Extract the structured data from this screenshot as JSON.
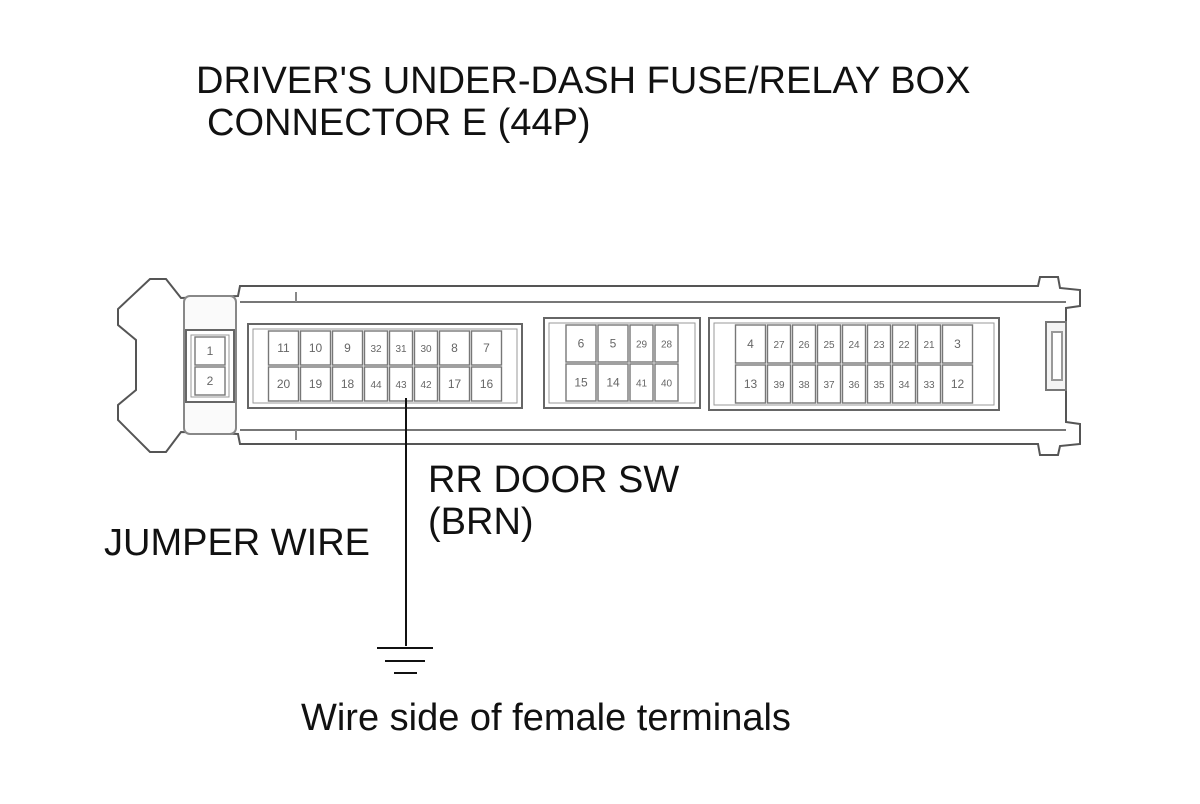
{
  "title": {
    "line1": "DRIVER'S UNDER-DASH FUSE/RELAY BOX",
    "line2": "CONNECTOR E (44P)"
  },
  "labels": {
    "signal": "RR DOOR SW",
    "wire_color": "(BRN)",
    "jumper": "JUMPER WIRE",
    "caption": "Wire side of female terminals"
  },
  "icons": {
    "ground": "ground-symbol-icon"
  },
  "connector": {
    "probed_terminal": "43",
    "cavities": [
      {
        "name": "left-cavity",
        "top": [
          {
            "n": "1",
            "type": "big"
          }
        ],
        "bottom": [
          {
            "n": "2",
            "type": "big"
          }
        ]
      },
      {
        "name": "cavity-a",
        "top": [
          {
            "n": "11",
            "type": "big"
          },
          {
            "n": "10",
            "type": "big"
          },
          {
            "n": "9",
            "type": "big"
          },
          {
            "n": "32",
            "type": "small"
          },
          {
            "n": "31",
            "type": "small"
          },
          {
            "n": "30",
            "type": "small"
          },
          {
            "n": "8",
            "type": "big"
          },
          {
            "n": "7",
            "type": "big"
          }
        ],
        "bottom": [
          {
            "n": "20",
            "type": "big"
          },
          {
            "n": "19",
            "type": "big"
          },
          {
            "n": "18",
            "type": "big"
          },
          {
            "n": "44",
            "type": "small"
          },
          {
            "n": "43",
            "type": "small"
          },
          {
            "n": "42",
            "type": "small"
          },
          {
            "n": "17",
            "type": "big"
          },
          {
            "n": "16",
            "type": "big"
          }
        ]
      },
      {
        "name": "cavity-b",
        "top": [
          {
            "n": "6",
            "type": "big"
          },
          {
            "n": "5",
            "type": "big"
          },
          {
            "n": "29",
            "type": "small"
          },
          {
            "n": "28",
            "type": "small"
          }
        ],
        "bottom": [
          {
            "n": "15",
            "type": "big"
          },
          {
            "n": "14",
            "type": "big"
          },
          {
            "n": "41",
            "type": "small"
          },
          {
            "n": "40",
            "type": "small"
          }
        ]
      },
      {
        "name": "cavity-c",
        "top": [
          {
            "n": "4",
            "type": "big"
          },
          {
            "n": "27",
            "type": "small"
          },
          {
            "n": "26",
            "type": "small"
          },
          {
            "n": "25",
            "type": "small"
          },
          {
            "n": "24",
            "type": "small"
          },
          {
            "n": "23",
            "type": "small"
          },
          {
            "n": "22",
            "type": "small"
          },
          {
            "n": "21",
            "type": "small"
          },
          {
            "n": "3",
            "type": "big"
          }
        ],
        "bottom": [
          {
            "n": "13",
            "type": "big"
          },
          {
            "n": "39",
            "type": "small"
          },
          {
            "n": "38",
            "type": "small"
          },
          {
            "n": "37",
            "type": "small"
          },
          {
            "n": "36",
            "type": "small"
          },
          {
            "n": "35",
            "type": "small"
          },
          {
            "n": "34",
            "type": "small"
          },
          {
            "n": "33",
            "type": "small"
          },
          {
            "n": "12",
            "type": "big"
          }
        ]
      }
    ]
  }
}
